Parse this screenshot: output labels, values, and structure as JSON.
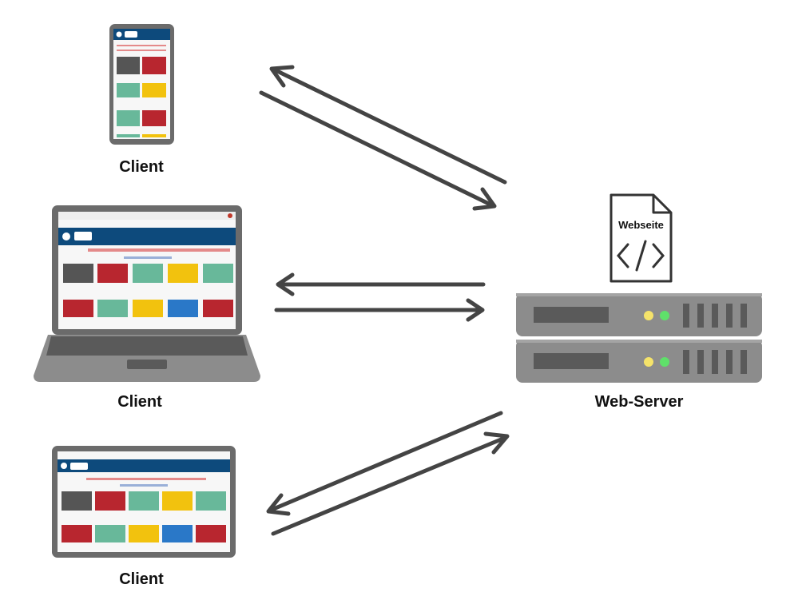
{
  "labels": {
    "client_top": "Client",
    "client_middle": "Client",
    "client_bottom": "Client",
    "server": "Web-Server",
    "document": "Webseite"
  },
  "colors": {
    "device_frame": "#6b6b6b",
    "app_header": "#0d4a7c",
    "server_body": "#8c8c8c",
    "server_dark": "#5a5a5a",
    "led_yellow": "#f5e36a",
    "led_green": "#5fe06a",
    "arrow": "#444444"
  },
  "icons": [
    "phone-icon",
    "laptop-icon",
    "tablet-icon",
    "server-icon",
    "document-code-icon"
  ]
}
